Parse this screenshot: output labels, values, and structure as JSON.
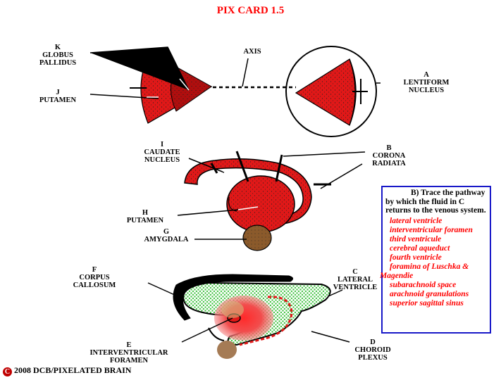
{
  "title": "PIX CARD 1.5",
  "labels": {
    "k": [
      "K",
      "GLOBUS",
      "PALLIDUS"
    ],
    "j": [
      "J",
      "PUTAMEN"
    ],
    "axis": [
      "AXIS"
    ],
    "a": [
      "A",
      "LENTIFORM",
      "NUCLEUS"
    ],
    "i": [
      "I",
      "CAUDATE",
      "NUCLEUS"
    ],
    "b": [
      "B",
      "CORONA",
      "RADIATA"
    ],
    "h": [
      "H",
      "PUTAMEN"
    ],
    "g": [
      "G",
      "AMYGDALA"
    ],
    "f": [
      "F",
      "CORPUS",
      "CALLOSUM"
    ],
    "c": [
      "C",
      "LATERAL",
      "VENTRICLE"
    ],
    "e": [
      "E",
      "INTERVENTRICULAR",
      "FORAMEN"
    ],
    "d": [
      "D",
      "CHOROID",
      "PLEXUS"
    ]
  },
  "question": {
    "lead": "B) Trace the",
    "rest": "pathway by which the fluid in C returns to the venous system.",
    "steps": [
      "lateral ventricle",
      "interventricular foramen",
      "third ventricule",
      "cerebral aqueduct",
      "fourth ventricle",
      "foramina of Luschka &",
      "Magendie",
      "subarachnoid space",
      "arachnoid granulations",
      "superior sagittal sinus"
    ]
  },
  "copyright": {
    "symbol": "C",
    "text": "2008  DCB/PIXELATED BRAIN"
  },
  "colors": {
    "title": "#ff0000",
    "red": "#e01818",
    "dark_red": "#b00e0e",
    "green": "#44c444",
    "brown": "#8b5a2b",
    "box_border": "#1818c8",
    "answers": "#ff0000"
  }
}
